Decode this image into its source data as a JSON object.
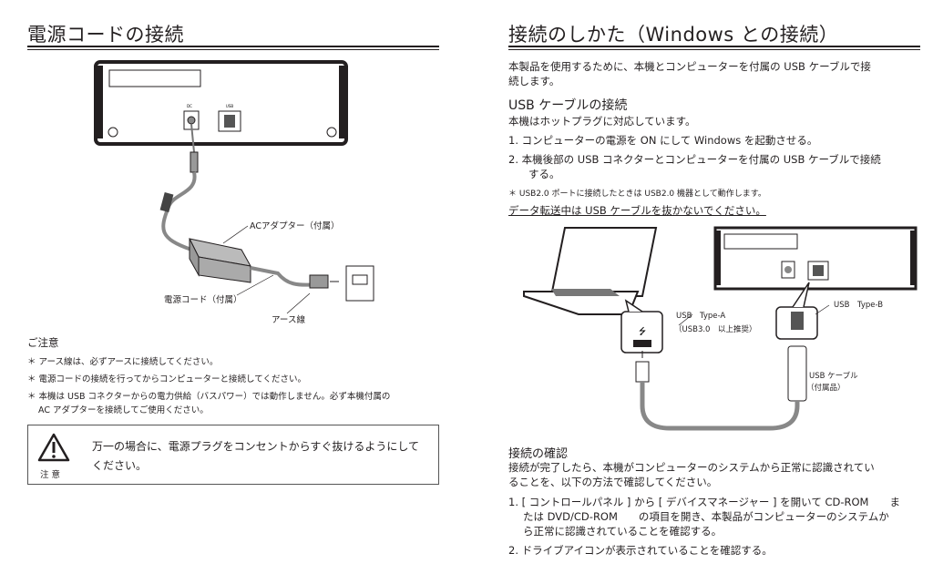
{
  "left": {
    "title": "電源コードの接続",
    "diagram": {
      "port_dc": "DC",
      "port_usb": "USB",
      "ac_adapter": "ACアダプター（付属）",
      "power_cord": "電源コード（付属）",
      "earth_wire": "アース線"
    },
    "notes_heading": "ご注意",
    "notes": [
      "＊ アース線は、必ずアースに接続してください。",
      "＊ 電源コードの接続を行ってからコンピューターと接続してください。",
      "＊ 本機は USB コネクターからの電力供給（バスパワー）では動作しません。必ず本機付属の",
      "AC アダプターを接続してご使用ください。"
    ],
    "warning": {
      "label": "注 意",
      "text_line1": "万一の場合に、電源プラグをコンセントからすぐ抜けるようにして",
      "text_line2": "ください。"
    }
  },
  "right": {
    "title": "接続のしかた（Windows との接続）",
    "intro": [
      "本製品を使用するために、本機とコンピューターを付属の USB ケーブルで接",
      "続します。"
    ],
    "usb_heading": "USB ケーブルの接続",
    "hotplug": "本機はホットプラグに対応しています。",
    "steps": [
      "1.  コンピューターの電源を ON にして Windows を起動させる。",
      "2.  本機後部の USB コネクターとコンピューターを付属の USB ケーブルで接続",
      "する。"
    ],
    "note": "＊ USB2.0 ポートに接続したときは USB2.0 機器として動作します。",
    "caution": "データ転送中は USB ケーブルを抜かないでください。",
    "diagram": {
      "type_a": "USB　Type-A",
      "type_a_sub": "（USB3.0　以上推奨）",
      "type_b": "USB　Type-B",
      "cable": "USB ケーブル",
      "cable_sub": "（付属品）"
    },
    "confirm_heading": "接続の確認",
    "confirm_intro": [
      "接続が完了したら、本機がコンピューターのシステムから正常に認識されてい",
      "ることを、以下の方法で確認してください。"
    ],
    "confirm_steps": [
      "1. [ コントロールパネル ] から [ デバイスマネージャー ] を開いて CD-ROM　　ま",
      "たは DVD/CD-ROM　　の項目を開き、本製品がコンピューターのシステムか",
      "ら正常に認識されていることを確認する。",
      "2. ドライブアイコンが表示されていることを確認する。"
    ]
  }
}
